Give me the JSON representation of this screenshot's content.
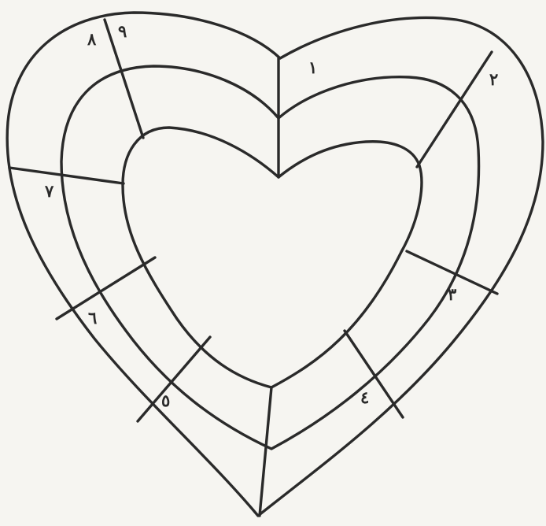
{
  "diagram": {
    "colors": {
      "ink": "#2a2a2a",
      "paper": "#f6f5f1"
    },
    "labels": {
      "n1": "١",
      "n2": "٢",
      "n3": "٣",
      "n4": "٤",
      "n5": "٥",
      "n6": "٦",
      "n7": "٧",
      "n8": "٨",
      "n9": "٩"
    }
  }
}
